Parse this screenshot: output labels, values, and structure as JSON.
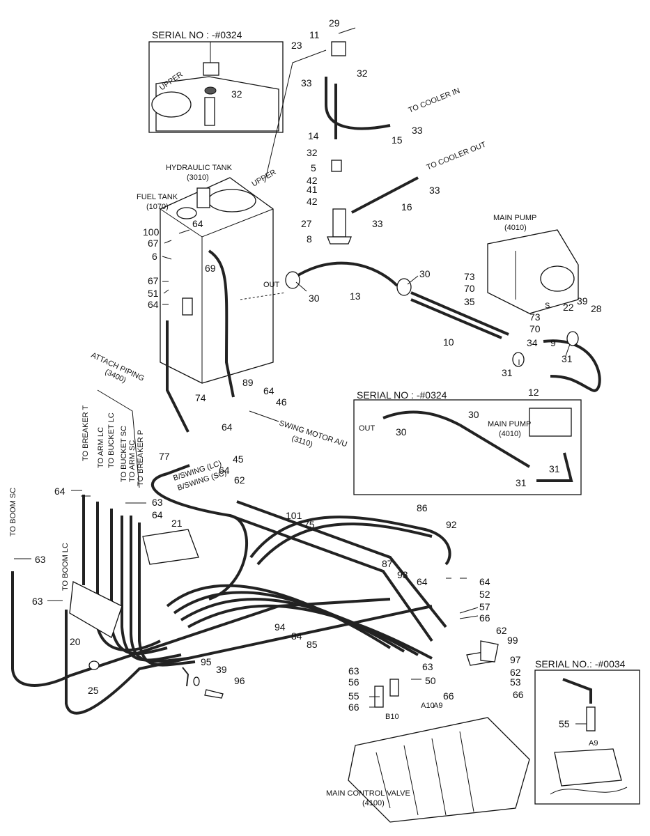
{
  "insets": {
    "top_left": "SERIAL NO : -#0324",
    "middle_right": "SERIAL NO : -#0324",
    "bottom_right": "SERIAL NO.: -#0034"
  },
  "components": {
    "hydraulic_tank": "HYDRAULIC TANK",
    "hydraulic_tank_no": "(3010)",
    "fuel_tank": "FUEL TANK",
    "fuel_tank_no": "(1070)",
    "main_pump": "MAIN PUMP",
    "main_pump_no": "(4010)",
    "main_pump_inset": "MAIN PUMP",
    "main_pump_inset_no": "(4010)",
    "main_control_valve": "MAIN CONTROL VALVE",
    "main_control_valve_no": "(4100)",
    "attach_piping": "ATTACH PIPING",
    "attach_piping_no": "(3400)"
  },
  "directions": {
    "upper_main": "UPPER",
    "upper_inset": "UPPER",
    "out_main": "OUT",
    "out_inset": "OUT",
    "to_cooler_in": "TO COOLER IN",
    "to_cooler_out": "TO COOLER OUT",
    "swing_motor": "SWING MOTOR A/U",
    "swing_motor_no": "(3110)",
    "to_breaker_t": "TO BREAKER T",
    "to_arm_lc": "TO ARM LC",
    "to_bucket_lc": "TO BUCKET LC",
    "to_bucket_sc": "TO BUCKET SC",
    "to_arm_sc": "TO ARM SC",
    "to_breaker_p": "TO BREAKER P",
    "to_boom_sc": "TO BOOM SC",
    "to_boom_lc": "TO BOOM LC",
    "bswing_lc": "B/SWING (LC)",
    "bswing_sc": "B/SWING (SC)"
  },
  "ports": {
    "b10": "B10",
    "a10": "A10",
    "a9": "A9",
    "a9_inset": "A9",
    "s": "S"
  },
  "callouts": [
    {
      "id": "c29",
      "text": "29"
    },
    {
      "id": "c11",
      "text": "11"
    },
    {
      "id": "c23",
      "text": "23"
    },
    {
      "id": "c32a",
      "text": "32"
    },
    {
      "id": "c33a",
      "text": "33"
    },
    {
      "id": "c32inset",
      "text": "32"
    },
    {
      "id": "c14",
      "text": "14"
    },
    {
      "id": "c15",
      "text": "15"
    },
    {
      "id": "c33b",
      "text": "33"
    },
    {
      "id": "c32b",
      "text": "32"
    },
    {
      "id": "c5",
      "text": "5"
    },
    {
      "id": "c42a",
      "text": "42"
    },
    {
      "id": "c41",
      "text": "41"
    },
    {
      "id": "c42b",
      "text": "42"
    },
    {
      "id": "c33c",
      "text": "33"
    },
    {
      "id": "c16",
      "text": "16"
    },
    {
      "id": "c27",
      "text": "27"
    },
    {
      "id": "c33d",
      "text": "33"
    },
    {
      "id": "c8",
      "text": "8"
    },
    {
      "id": "c100",
      "text": "100"
    },
    {
      "id": "c64a",
      "text": "64"
    },
    {
      "id": "c67a",
      "text": "67"
    },
    {
      "id": "c6",
      "text": "6"
    },
    {
      "id": "c69",
      "text": "69"
    },
    {
      "id": "c67b",
      "text": "67"
    },
    {
      "id": "c51",
      "text": "51"
    },
    {
      "id": "c64b",
      "text": "64"
    },
    {
      "id": "c30a",
      "text": "30"
    },
    {
      "id": "c13",
      "text": "13"
    },
    {
      "id": "c30b",
      "text": "30"
    },
    {
      "id": "c73a",
      "text": "73"
    },
    {
      "id": "c70a",
      "text": "70"
    },
    {
      "id": "c35",
      "text": "35"
    },
    {
      "id": "c39a",
      "text": "39"
    },
    {
      "id": "c28",
      "text": "28"
    },
    {
      "id": "c22",
      "text": "22"
    },
    {
      "id": "c73b",
      "text": "73"
    },
    {
      "id": "c70b",
      "text": "70"
    },
    {
      "id": "c34",
      "text": "34"
    },
    {
      "id": "c10",
      "text": "10"
    },
    {
      "id": "c9",
      "text": "9"
    },
    {
      "id": "c31a",
      "text": "31"
    },
    {
      "id": "c31b",
      "text": "31"
    },
    {
      "id": "c12",
      "text": "12"
    },
    {
      "id": "c89",
      "text": "89"
    },
    {
      "id": "c64c",
      "text": "64"
    },
    {
      "id": "c46",
      "text": "46"
    },
    {
      "id": "c74",
      "text": "74"
    },
    {
      "id": "c64d",
      "text": "64"
    },
    {
      "id": "c45",
      "text": "45"
    },
    {
      "id": "c64e",
      "text": "64"
    },
    {
      "id": "c77",
      "text": "77"
    },
    {
      "id": "c62a",
      "text": "62"
    },
    {
      "id": "c30c",
      "text": "30"
    },
    {
      "id": "c30d",
      "text": "30"
    },
    {
      "id": "c31c",
      "text": "31"
    },
    {
      "id": "c31d",
      "text": "31"
    },
    {
      "id": "c64f",
      "text": "64"
    },
    {
      "id": "c63a",
      "text": "63"
    },
    {
      "id": "c64g",
      "text": "64"
    },
    {
      "id": "c21",
      "text": "21"
    },
    {
      "id": "c101",
      "text": "101"
    },
    {
      "id": "c75",
      "text": "75"
    },
    {
      "id": "c86",
      "text": "86"
    },
    {
      "id": "c92",
      "text": "92"
    },
    {
      "id": "c63b",
      "text": "63"
    },
    {
      "id": "c63c",
      "text": "63"
    },
    {
      "id": "c87",
      "text": "87"
    },
    {
      "id": "c93",
      "text": "93"
    },
    {
      "id": "c64h",
      "text": "64"
    },
    {
      "id": "c64i",
      "text": "64"
    },
    {
      "id": "c52",
      "text": "52"
    },
    {
      "id": "c57",
      "text": "57"
    },
    {
      "id": "c66a",
      "text": "66"
    },
    {
      "id": "c20",
      "text": "20"
    },
    {
      "id": "c94",
      "text": "94"
    },
    {
      "id": "c84",
      "text": "84"
    },
    {
      "id": "c85",
      "text": "85"
    },
    {
      "id": "c62b",
      "text": "62"
    },
    {
      "id": "c99",
      "text": "99"
    },
    {
      "id": "c97",
      "text": "97"
    },
    {
      "id": "c62c",
      "text": "62"
    },
    {
      "id": "c53",
      "text": "53"
    },
    {
      "id": "c66b",
      "text": "66"
    },
    {
      "id": "c25",
      "text": "25"
    },
    {
      "id": "c95",
      "text": "95"
    },
    {
      "id": "c39b",
      "text": "39"
    },
    {
      "id": "c96",
      "text": "96"
    },
    {
      "id": "c63d",
      "text": "63"
    },
    {
      "id": "c56",
      "text": "56"
    },
    {
      "id": "c63e",
      "text": "63"
    },
    {
      "id": "c50",
      "text": "50"
    },
    {
      "id": "c55",
      "text": "55"
    },
    {
      "id": "c66c",
      "text": "66"
    },
    {
      "id": "c66d",
      "text": "66"
    },
    {
      "id": "c55inset",
      "text": "55"
    }
  ]
}
